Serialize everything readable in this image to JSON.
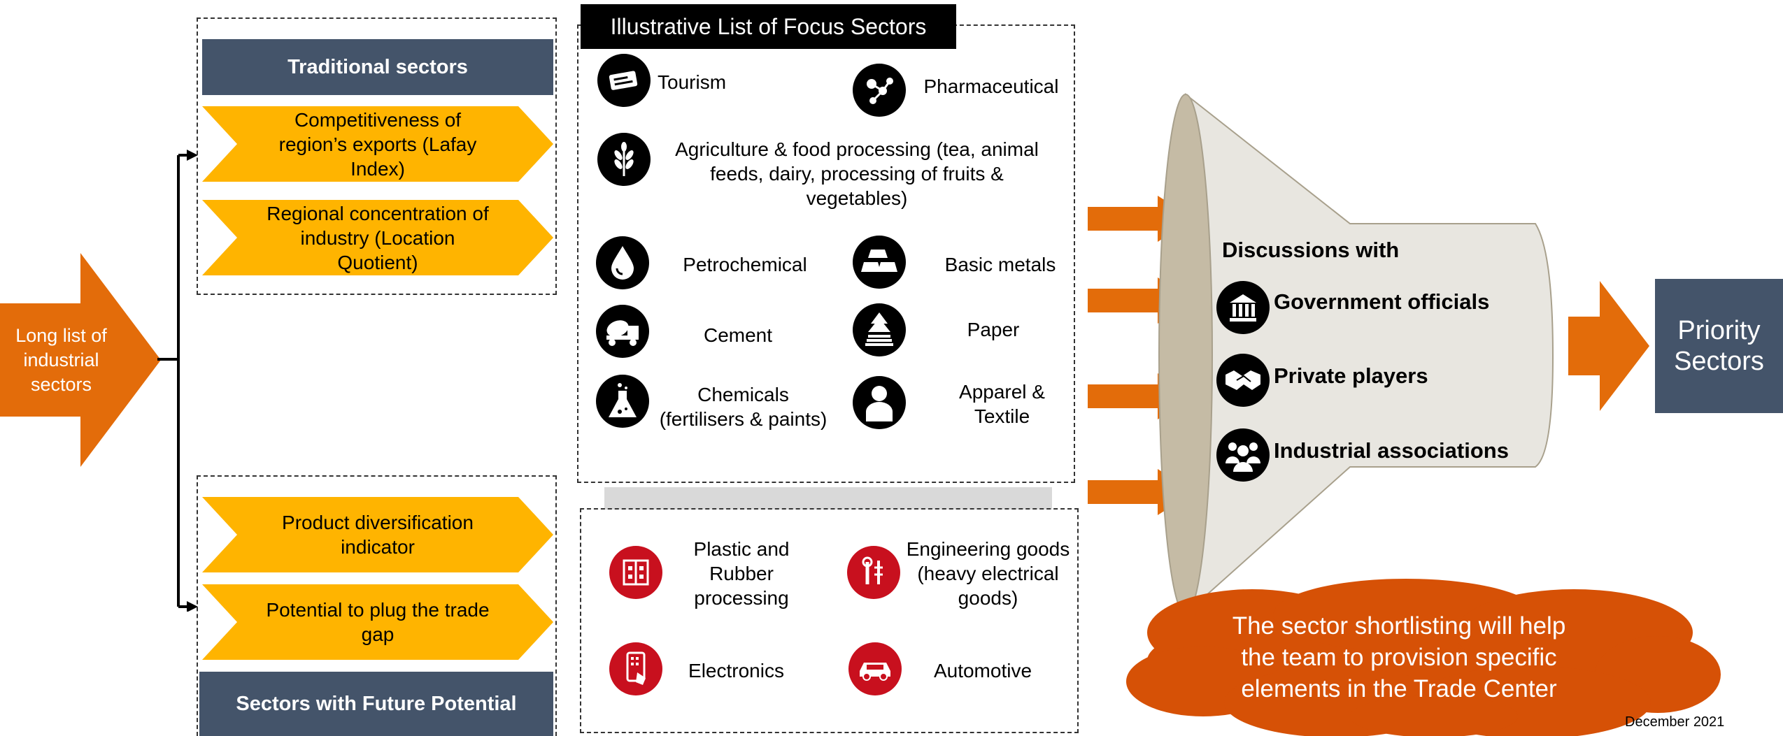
{
  "left_arrow": {
    "label": "Long list of\nindustrial\nsectors",
    "color": "#e36c0a"
  },
  "traditional": {
    "title": "Traditional sectors",
    "items": [
      "Competitiveness of\nregion’s exports (Lafay\nIndex)",
      "Regional concentration of\nindustry (Location\nQuotient)"
    ]
  },
  "future": {
    "title": "Sectors with Future Potential",
    "items": [
      "Product diversification\nindicator",
      "Potential to plug the trade\ngap"
    ]
  },
  "focus_list": {
    "title": "Illustrative List of Focus Sectors",
    "sectors_top": [
      {
        "label": "Tourism",
        "icon": "tourism-ticket-icon"
      },
      {
        "label": "Pharmaceutical",
        "icon": "molecule-icon"
      },
      {
        "label": "Agriculture & food processing (tea, animal\nfeeds, dairy, processing of fruits &\nvegetables)",
        "icon": "wheat-icon"
      },
      {
        "label": "Petrochemical",
        "icon": "oil-drop-icon"
      },
      {
        "label": "Basic metals",
        "icon": "metal-bars-icon"
      },
      {
        "label": "Cement",
        "icon": "cement-mixer-icon"
      },
      {
        "label": "Paper",
        "icon": "paper-tree-icon"
      },
      {
        "label": "Chemicals\n(fertilisers & paints)",
        "icon": "flask-icon"
      },
      {
        "label": "Apparel &\nTextile",
        "icon": "person-icon"
      }
    ],
    "sectors_bottom": [
      {
        "label": "Plastic and\nRubber\nprocessing",
        "icon": "plastic-box-icon"
      },
      {
        "label": "Engineering goods\n(heavy electrical\ngoods)",
        "icon": "tools-icon"
      },
      {
        "label": "Electronics",
        "icon": "phone-icon"
      },
      {
        "label": "Automotive",
        "icon": "car-icon"
      }
    ]
  },
  "funnel": {
    "heading": "Discussions with",
    "items": [
      {
        "label": "Government officials",
        "icon": "government-building-icon"
      },
      {
        "label": "Private players",
        "icon": "handshake-icon"
      },
      {
        "label": "Industrial associations",
        "icon": "group-icon"
      }
    ]
  },
  "output": {
    "label": "Priority\nSectors"
  },
  "cloud_note": "The sector shortlisting will help\nthe team to provision specific\nelements in the Trade Center",
  "date": "December 2021",
  "colors": {
    "orange": "#e36c0a",
    "gold": "#ffb400",
    "slate": "#44546a",
    "red": "#c8101e",
    "funnel": "#e8e6e0",
    "cloud": "#d65106"
  }
}
